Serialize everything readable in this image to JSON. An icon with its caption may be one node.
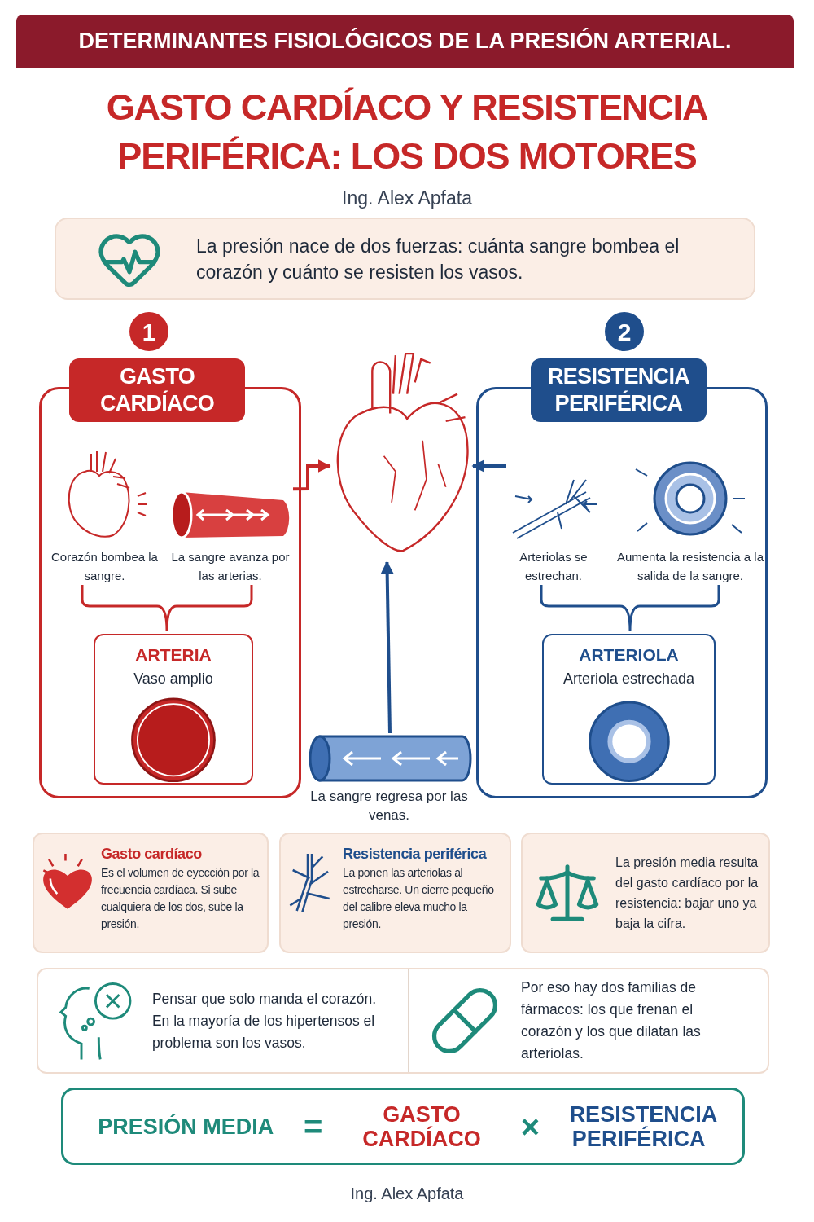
{
  "diagram": {
    "title": "GASTO CARDÍACO Y RESISTENCIA PERIFÉRICA: LOS DOS MOTORES",
    "nodes": [
      {
        "text": [
          "La presión nace de dos fuerzas: cuánta sangre bombea el corazón y cuánto se resisten los vasos."
        ]
      },
      {
        "text": [
          "GASTO CARDÍACO"
        ]
      },
      {
        "text": [
          "Corazón bombea la sangre."
        ],
        "in": 1
      },
      {
        "text": [
          "La sangre avanza por las arterias."
        ],
        "in": 1
      },
      {
        "text": [
          "ARTERIA",
          "Vaso amplio"
        ],
        "in": 1
      },
      {
        "text": [
          "RESISTENCIA PERIFÉRICA"
        ]
      },
      {
        "text": [
          "Arteriolas se estrechan."
        ],
        "in": 5
      },
      {
        "text": [
          "Aumenta la resistencia a la salida de la sangre."
        ],
        "in": 5
      },
      {
        "text": [
          "ARTERIOLA",
          "Arteriola estrechada"
        ],
        "in": 5
      },
      {
        "text": [],
        "shape": "picture"
      },
      {
        "text": [],
        "shape": "picture",
        "beside": [
          "La sangre regresa por las venas."
        ]
      },
      {
        "text": [
          "Gasto cardíaco",
          "Es el volumen de eyección por la frecuencia cardíaca. Si sube cualquiera de los dos, sube la presión."
        ]
      },
      {
        "text": [
          "Resistencia periférica",
          "La ponen las arteriolas al estrecharse. Un cierre pequeño del calibre eleva mucho la presión."
        ]
      },
      {
        "text": [
          "La presión media resulta del gasto cardíaco por la resistencia: bajar uno ya baja la cifra."
        ]
      },
      {
        "text": [
          "Pensar que solo manda el corazón. En la mayoría de los hipertensos el problema son los vasos.",
          "Por eso hay dos familias de fármacos: los que frenan el corazón y los que dilatan las arteriolas."
        ]
      },
      {
        "text": [
          "PRESIÓN MEDIA",
          "=",
          "GASTO CARDÍACO",
          "×",
          "RESISTENCIA PERIFÉRICA"
        ]
      }
    ],
    "edges": [
      {
        "from": 3,
        "to": 9,
        "arrow": "to",
        "color": "#c62828"
      },
      {
        "from": 6,
        "to": 9,
        "arrow": "to"
      },
      {
        "from": 10,
        "to": 9,
        "arrow": "to"
      }
    ],
    "labels": [
      "DETERMINANTES FISIOLÓGICOS DE LA PRESIÓN ARTERIAL.",
      "Ing. Alex Apfata",
      "1",
      "2",
      "Ing. Alex Apfata"
    ]
  }
}
